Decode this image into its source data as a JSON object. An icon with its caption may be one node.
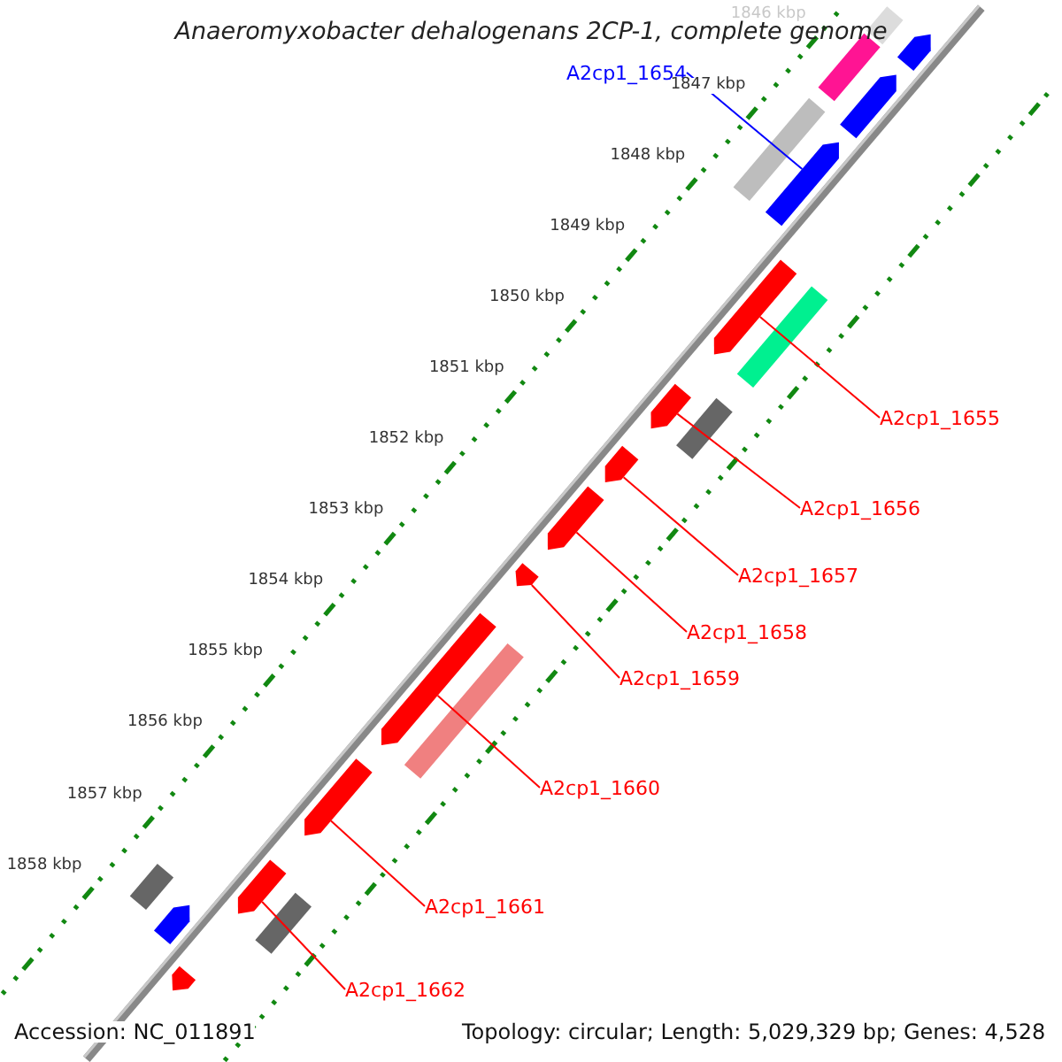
{
  "diagram": {
    "title": "Anaeromyxobacter dehalogenans 2CP-1, complete genome",
    "nodes": [
      {
        "text": [
          "A2cp1_1654"
        ]
      },
      {
        "text": [],
        "shape": "arrow"
      },
      {
        "text": [
          "A2cp1_1655"
        ]
      },
      {
        "text": [],
        "shape": "arrow"
      },
      {
        "text": [
          "A2cp1_1656"
        ]
      },
      {
        "text": [],
        "shape": "arrow"
      },
      {
        "text": [
          "A2cp1_1657"
        ]
      },
      {
        "text": [],
        "shape": "arrow"
      },
      {
        "text": [
          "A2cp1_1658"
        ]
      },
      {
        "text": [],
        "shape": "arrow"
      },
      {
        "text": [
          "A2cp1_1659"
        ]
      },
      {
        "text": [],
        "shape": "arrow"
      },
      {
        "text": [
          "A2cp1_1660"
        ]
      },
      {
        "text": [],
        "shape": "arrow"
      },
      {
        "text": [
          "A2cp1_1661"
        ]
      },
      {
        "text": [],
        "shape": "arrow"
      },
      {
        "text": [
          "A2cp1_1662"
        ]
      },
      {
        "text": [],
        "shape": "arrow"
      },
      {
        "text": [],
        "shape": "arrow"
      },
      {
        "text": [],
        "shape": "box"
      },
      {
        "text": [],
        "shape": "box"
      },
      {
        "text": [],
        "shape": "arrow"
      },
      {
        "text": [],
        "shape": "box"
      },
      {
        "text": [],
        "shape": "box"
      },
      {
        "text": [],
        "shape": "box"
      },
      {
        "text": [],
        "shape": "box"
      },
      {
        "text": [],
        "shape": "box"
      },
      {
        "text": [],
        "shape": "box"
      },
      {
        "text": [],
        "shape": "arrow"
      },
      {
        "text": [],
        "shape": "arrow"
      }
    ],
    "edges": [
      {
        "from": 0,
        "to": 1,
        "arrow": "none",
        "color": "#0000ff"
      },
      {
        "from": 2,
        "to": 3,
        "arrow": "none"
      },
      {
        "from": 4,
        "to": 5,
        "arrow": "none"
      },
      {
        "from": 6,
        "to": 7,
        "arrow": "none"
      },
      {
        "from": 8,
        "to": 9,
        "arrow": "none"
      },
      {
        "from": 10,
        "to": 11,
        "arrow": "none"
      },
      {
        "from": 12,
        "to": 13,
        "arrow": "none"
      },
      {
        "from": 14,
        "to": 15,
        "arrow": "none"
      },
      {
        "from": 16,
        "to": 17,
        "arrow": "none"
      }
    ],
    "labels": [
      "1846 kbp",
      "1847 kbp",
      "1848 kbp",
      "1849 kbp",
      "1850 kbp",
      "1851 kbp",
      "1852 kbp",
      "1853 kbp",
      "1854 kbp",
      "1855 kbp",
      "1856 kbp",
      "1857 kbp",
      "1858 kbp",
      "Accession: NC_011891",
      "Topology: circular; Length: 5,029,329 bp; Genes: 4,528"
    ]
  }
}
